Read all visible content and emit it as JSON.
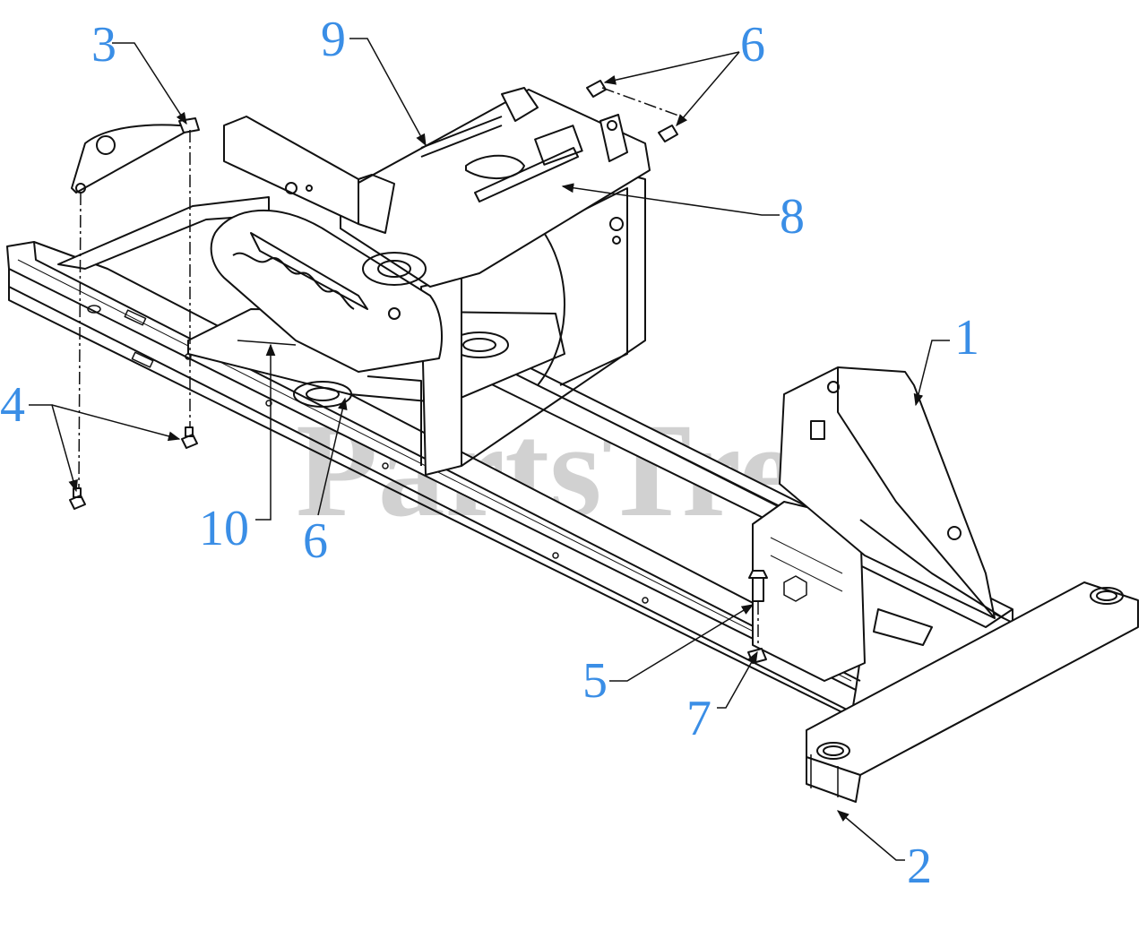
{
  "diagram": {
    "watermark": "PartsTree",
    "colors": {
      "line": "#111111",
      "callout": "#3a8ee6",
      "watermark": "#c9c9c9"
    },
    "callouts": [
      {
        "id": "c1",
        "label": "1"
      },
      {
        "id": "c2",
        "label": "2"
      },
      {
        "id": "c3",
        "label": "3"
      },
      {
        "id": "c4",
        "label": "4"
      },
      {
        "id": "c5",
        "label": "5"
      },
      {
        "id": "c6a",
        "label": "6"
      },
      {
        "id": "c6b",
        "label": "6"
      },
      {
        "id": "c7",
        "label": "7"
      },
      {
        "id": "c8",
        "label": "8"
      },
      {
        "id": "c9",
        "label": "9"
      },
      {
        "id": "c10",
        "label": "10"
      }
    ]
  }
}
